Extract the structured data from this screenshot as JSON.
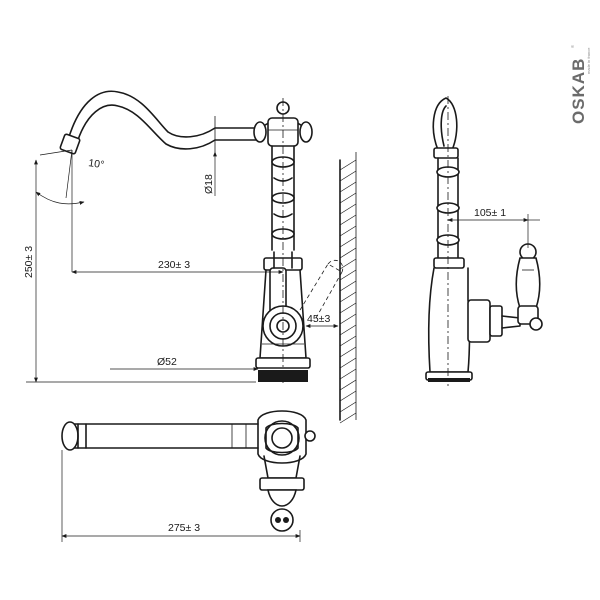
{
  "brand": {
    "name": "OSKAB",
    "mark": "®",
    "tagline": "made in france",
    "color": "#6b6b6b"
  },
  "dimensions": {
    "angle": "10°",
    "tube_diameter": "Ø18",
    "height": "250± 3",
    "reach": "230± 3",
    "handle_angle": "45±3",
    "base_diameter": "Ø52",
    "side_offset": "105± 1",
    "top_length": "275± 3"
  },
  "line_color": "#1a1a1a"
}
